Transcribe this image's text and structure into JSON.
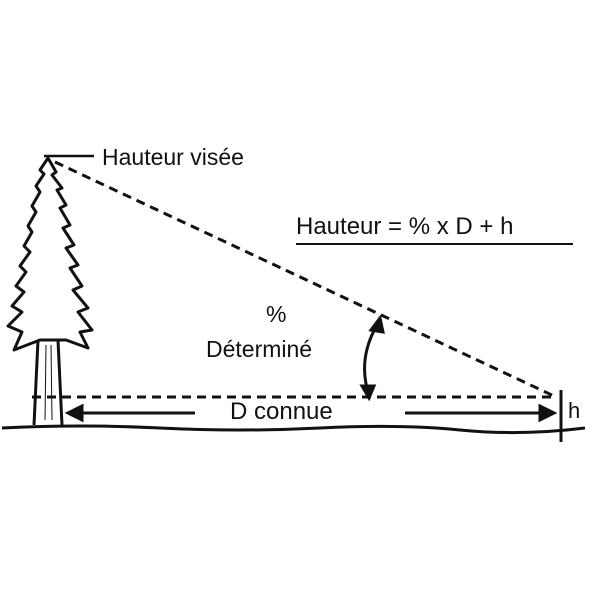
{
  "labels": {
    "target_height": "Hauteur visée",
    "formula": "Hauteur = % x D + h",
    "percent": "%",
    "determined": "Déterminé",
    "known_distance": "D connue",
    "h": "h"
  }
}
